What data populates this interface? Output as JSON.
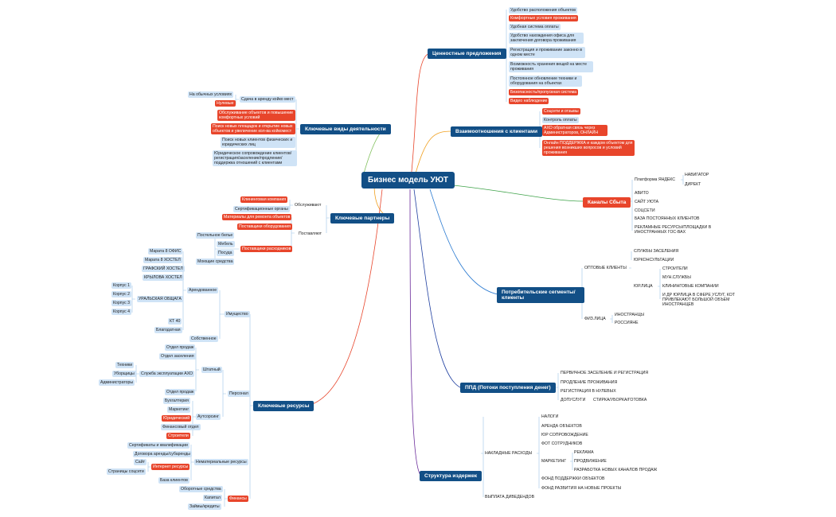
{
  "central": "Бизнес модель УЮТ",
  "values": {
    "title": "Ценностные предложения",
    "items": [
      "Удобство расположения объектов",
      "Комфортные условия проживания",
      "Удобная система оплаты",
      "Удобство нахождения офиса для заключения договора проживания",
      "Регистрация и проживание законно в одном месте",
      "Возможность хранения вещей на месте проживания",
      "Постоянное обновление техники и оборудования на объектах",
      "Безопасность/пропускная система",
      "Видео наблюдение"
    ]
  },
  "relations": {
    "title": "Взаимоотношения с клиентами",
    "items": [
      "Соцсети и отзывы",
      "Контроль оплаты",
      "АХО обратная связь через Администраторов, ОНЛАЙН",
      "Онлайн ПОДДЕРЖКА и каждом объектом для решения возникших вопросов и условий проживания"
    ]
  },
  "channels": {
    "title": "Каналы Сбыта",
    "yandex": "Платформа ЯНДЕКС",
    "yandex_sub": [
      "НАВИГАТОР",
      "ДИРЕКТ"
    ],
    "items": [
      "АВИТО",
      "САЙТ УЮТА",
      "СОЦСЕТИ",
      "БАЗА ПОСТОЯННЫХ КЛИЕНТОВ",
      "РЕКЛАМНЫЕ РЕСУРСЫ/ПЛОЩАДКИ В ИНОСТРАННЫХ ГОС-ВАХ"
    ]
  },
  "segments": {
    "title": "Потребительские сегменты/клиенты",
    "wholesale": "ОПТОВЫЕ КЛИЕНТЫ",
    "wholesale_items": [
      "СЛУЖБЫ ЗАСЕЛЕНИЯ",
      "ЮРКОНСУЛЬТАЦИИ"
    ],
    "legal": "ЮР.ЛИЦА",
    "legal_items": [
      "СТРОИТЕЛИ",
      "МУН.СЛУЖБЫ",
      "КЛИНИНГОВЫЕ КОМПАНИИ",
      "И ДР ЮРЛИЦА В СФЕРЕ УСЛУГ, КОТ ПРИВЛЕКАЮТ БОЛЬШОЙ ОБЪЕМ ИНОСТРАНЦЕВ"
    ],
    "individuals": "ФИЗ.ЛИЦА",
    "individual_items": [
      "ИНОСТРАНЦЫ",
      "РОССИЯНЕ"
    ]
  },
  "revenue": {
    "title": "ППД (Потоки поступления денег)",
    "items": [
      "ПЕРВИЧНОЕ ЗАСЕЛЕНИЕ И РЕГИСТРАЦИЯ",
      "ПРОДЛЕНИЕ ПРОЖИВАНИЯ",
      "РЕГИСТРАЦИЯ В НУЛЕВЫХ",
      "ДОПУСЛУГИ"
    ],
    "extra": "СТИРКА/УБОРКА/ГОТОВКА"
  },
  "costs": {
    "title": "Структура издержек",
    "overhead": "НАКЛАДНЫЕ РАСХОДЫ",
    "overhead_items": [
      "НАЛОГИ",
      "АРЕНДА ОБЪЕКТОВ",
      "ЮР СОПРОВОЖДЕНИЕ",
      "ФОТ СОТРУДНИКОВ"
    ],
    "marketing": "МАРКЕТИНГ",
    "marketing_items": [
      "РЕКЛАМА",
      "ПРОДВИЖЕНИЕ",
      "РАЗРАБОТКА НОВЫХ КАНАЛОВ ПРОДАЖ"
    ],
    "overhead_tail": [
      "ФОНД ПОДДЕРЖКИ ОБЪЕКТОВ",
      "ФОНД РАЗВИТИЯ НА НОВЫЕ ПРОЕКТЫ"
    ],
    "dividends": "ВЫПЛАТА ДИВЕДЕНДОВ"
  },
  "activities": {
    "title": "Ключевые виды деятельности",
    "rent": "Сдача в аренду койко мест",
    "rent_items": [
      "На обычных условиях",
      "Нулевые"
    ],
    "items": [
      "Обслуживание объектов и повышение комфортных условий",
      "Поиск новых площадок и открытие новых объектов и увеличение кол-ва койкомест",
      "Поиск новых клиентов физических и юридических лиц",
      "Юридическое сопровождение клиентов/регистрация/заселение/продление/поддержка отношений с клиентами"
    ]
  },
  "partners": {
    "title": "Ключевые партнеры",
    "serving": "Обслуживают",
    "serving_items": [
      "Клининговая компания",
      "Сертификационные органы"
    ],
    "suppliers": "Поставляют",
    "supplier_items": [
      "Материалы для ремонта объектов",
      "Поставщики оборудования",
      "Поставщики расходников"
    ],
    "consumables": [
      "Постельное белье",
      "Мебель",
      "Посуда",
      "Моющие средства"
    ]
  },
  "resources": {
    "title": "Ключевые ресурсы",
    "property": "Имущество",
    "rented": "Арендованное",
    "rented_items": [
      "Марата 8 ОФИС",
      "Марата 8 ХОСТЕЛ",
      "ГРАФСКИЙ ХОСТЕЛ",
      "КРЫЛОВА ХОСТЕЛ",
      "УРАЛЬСКАЯ ОБЩАГА",
      "КТ 40",
      "Благодатная"
    ],
    "korpus": [
      "Корпус 1",
      "Корпус 2",
      "Корпус 3",
      "Корпус 4"
    ],
    "own": "Собственное",
    "personnel": "Персонал",
    "staff": "Штатный",
    "staff_items": [
      "Отдел продаж",
      "Отдел заселения",
      "Служба эксплуатации АХО",
      "Отдел продаж"
    ],
    "aho_items": [
      "Техники",
      "Уборщицы",
      "Администраторы"
    ],
    "outsourcing": "Аутсорсинг",
    "outsourcing_items": [
      "Бухгалтерия",
      "Маркетинг",
      "Юридический",
      "Финансовый отдел",
      "Строители"
    ],
    "intangible": "Нематериальные ресурсы",
    "intangible_items": [
      "Сертификаты и квалификации",
      "Договора аренды/субаренды",
      "Интернет ресурсы",
      "База клиентов"
    ],
    "internet_items": [
      "Сайт",
      "Страницы соцсети"
    ],
    "finance": "Финансы",
    "finance_items": [
      "Оборотные средства",
      "Капитал",
      "Займы/кредиты"
    ]
  }
}
